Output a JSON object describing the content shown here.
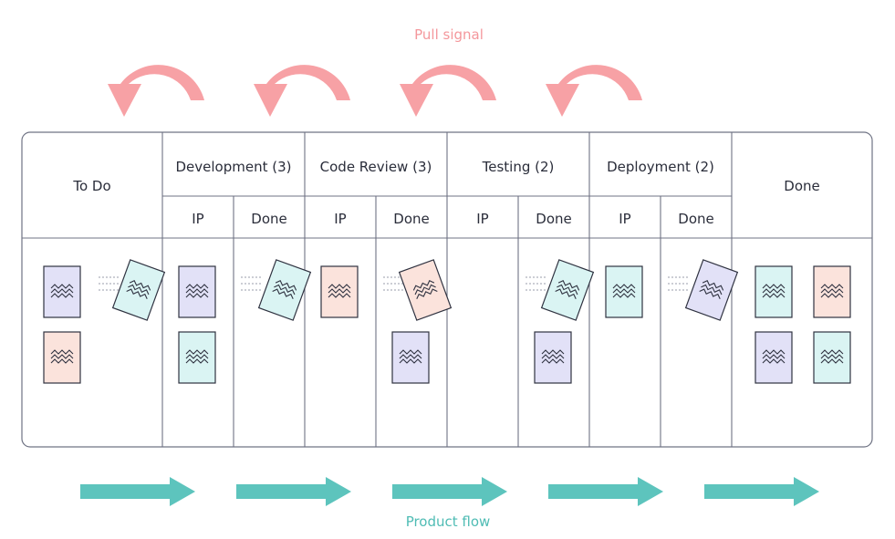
{
  "pull_signal_label": "Pull signal",
  "product_flow_label": "Product flow",
  "columns": [
    {
      "title": "To Do",
      "subcolumns": []
    },
    {
      "title": "Development (3)",
      "subcolumns": [
        "IP",
        "Done"
      ]
    },
    {
      "title": "Code Review (3)",
      "subcolumns": [
        "IP",
        "Done"
      ]
    },
    {
      "title": "Testing (2)",
      "subcolumns": [
        "IP",
        "Done"
      ]
    },
    {
      "title": "Deployment (2)",
      "subcolumns": [
        "IP",
        "Done"
      ]
    },
    {
      "title": "Done",
      "subcolumns": []
    }
  ],
  "colors": {
    "pull_arrow": "#f7a1a5",
    "flow_arrow": "#5dc4bd",
    "border": "#6f7384",
    "card_purple": "#e2e1f7",
    "card_pink": "#fbe3dc",
    "card_teal": "#daf4f3",
    "card_stroke": "#2f3240"
  },
  "cards": {
    "todo": [
      "purple",
      "pink"
    ],
    "dev_ip": [
      "purple",
      "teal"
    ],
    "review_ip": [
      "pink"
    ],
    "review_done": [
      "purple"
    ],
    "testing_done": [
      "purple"
    ],
    "deploy_ip": [
      "teal"
    ],
    "done": [
      "teal",
      "pink",
      "purple",
      "teal"
    ]
  },
  "moving_cards": [
    {
      "from": "To Do",
      "to": "Development IP",
      "color": "teal"
    },
    {
      "from": "Development Done",
      "to": "Code Review IP",
      "color": "teal"
    },
    {
      "from": "Code Review Done",
      "to": "Testing IP",
      "color": "pink"
    },
    {
      "from": "Testing Done",
      "to": "Deployment IP",
      "color": "teal"
    },
    {
      "from": "Deployment Done",
      "to": "Done",
      "color": "purple"
    }
  ]
}
